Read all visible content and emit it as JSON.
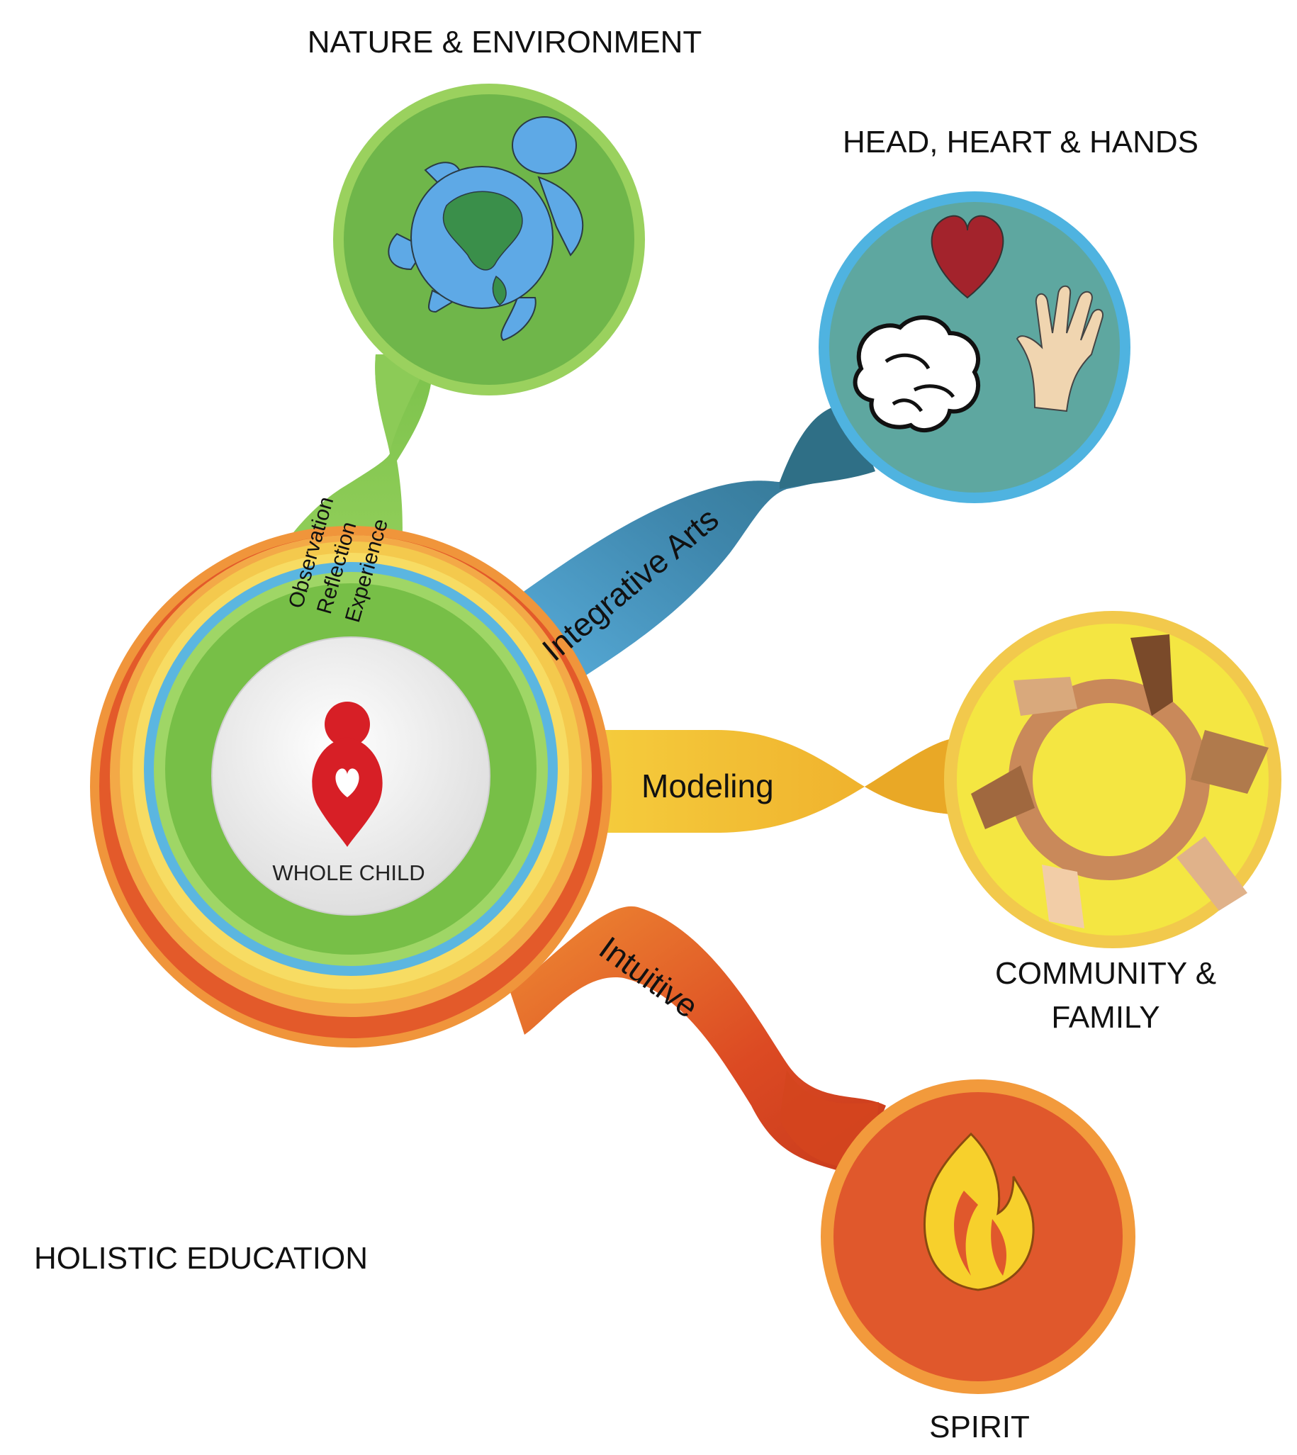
{
  "diagram": {
    "title": "HOLISTIC EDUCATION",
    "center": {
      "label": "WHOLE CHILD",
      "icon": "person-heart-icon"
    },
    "nodes": [
      {
        "id": "nature",
        "label": "NATURE & ENVIRONMENT",
        "icon": "turtle-earth-icon",
        "color": "#6fb64a",
        "ring": "#9ad15e"
      },
      {
        "id": "head-heart-hands",
        "label": "HEAD, HEART & HANDS",
        "icon": "heart-brain-hand-icon",
        "color": "#5ea7a0",
        "ring": "#4fb3e0"
      },
      {
        "id": "community",
        "label_line1": "COMMUNITY &",
        "label_line2": "FAMILY",
        "icon": "circle-of-hands-icon",
        "color": "#f4e642",
        "ring": "#f2c94c"
      },
      {
        "id": "spirit",
        "label": "SPIRIT",
        "icon": "flame-icon",
        "color": "#e0582c",
        "ring": "#f29a3c"
      }
    ],
    "connectors": [
      {
        "id": "observation",
        "lines": [
          "Observation",
          "Reflection",
          "Experience"
        ],
        "color": "#8fcf55"
      },
      {
        "id": "integrative-arts",
        "label": "Integrative Arts",
        "color": "#4a9dc6"
      },
      {
        "id": "modeling",
        "label": "Modeling",
        "color": "#f0b52a"
      },
      {
        "id": "intuitive",
        "label": "Intuitive",
        "color": "#e04a24"
      }
    ]
  }
}
